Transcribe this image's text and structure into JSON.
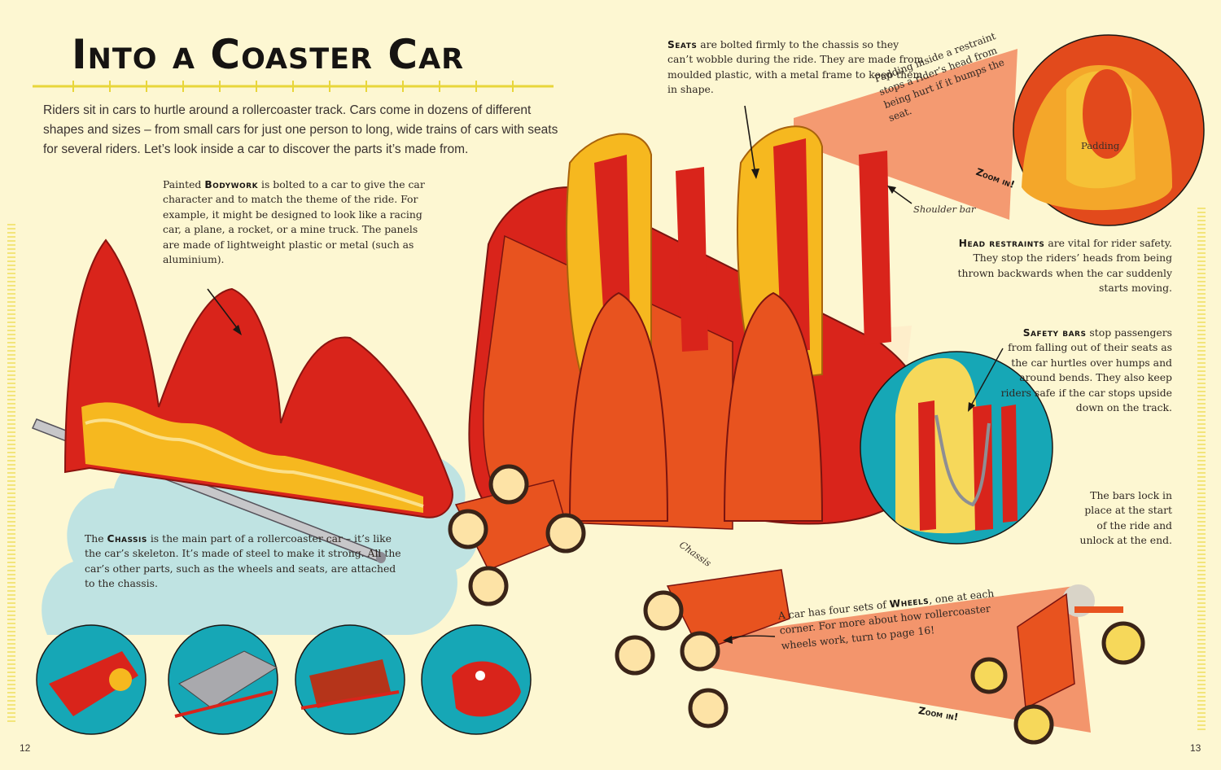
{
  "title": "Into a Coaster Car",
  "intro": "Riders sit in cars to hurtle around a rollercoaster track. Cars come in dozens of different shapes and sizes – from small cars for just one person to long, wide trains of cars with seats for several riders. Let’s look inside a car to discover the parts it’s made from.",
  "bodywork": {
    "prefix": "Painted",
    "keyword": "Bodywork",
    "text": "is bolted to a car to give the car character and to match the theme of the ride. For example, it might be designed to look like a racing car, a plane, a rocket, or a mine truck. The panels are made of lightweight plastic or metal (such as aluminium)."
  },
  "chassis": {
    "prefix": "The",
    "keyword": "Chassis",
    "text": "is the main part of a rollercoaster car – it’s like the car’s skeleton. It’s made of steel to make it strong. All the car’s other parts, such as the wheels and seats, are attached to the chassis.",
    "label": "Chassis"
  },
  "seats": {
    "keyword": "Seats",
    "text": "are bolted firmly to the chassis so they can’t wobble during the ride. They are made from moulded plastic, with a metal frame to keep them in shape."
  },
  "padding_zoom": {
    "text": "Padding inside a restraint stops a rider’s head from being hurt if it bumps the seat.",
    "label": "Padding",
    "zoom": "Zoom in!"
  },
  "shoulder_bar": {
    "label": "Shoulder bar"
  },
  "head_restraints": {
    "keyword": "Head restraints",
    "text": "are vital for rider safety. They stop the riders’ heads from being thrown backwards when the car suddenly starts moving."
  },
  "safety_bars": {
    "keyword": "Safety bars",
    "text": "stop passengers from falling out of their seats as the car hurtles over humps and around bends. They also keep riders safe if the car stops upside down on the track.",
    "text2": "The bars lock in place at the start of the ride and unlock at the end."
  },
  "wheels": {
    "prefix": "A car has four sets of",
    "keyword": "Wheels",
    "text": ", one at each corner. For more about how rollercoaster wheels work, turn to page 16!",
    "zoom": "Zoom in!"
  },
  "page_numbers": {
    "left": "12",
    "right": "13"
  },
  "colors": {
    "background": "#fdf7d2",
    "red": "#d9241b",
    "orange": "#e8531f",
    "yellow": "#f6b81f",
    "salmon": "#f28a60",
    "teal": "#16a7b6",
    "cloud": "#bfe3e2"
  }
}
